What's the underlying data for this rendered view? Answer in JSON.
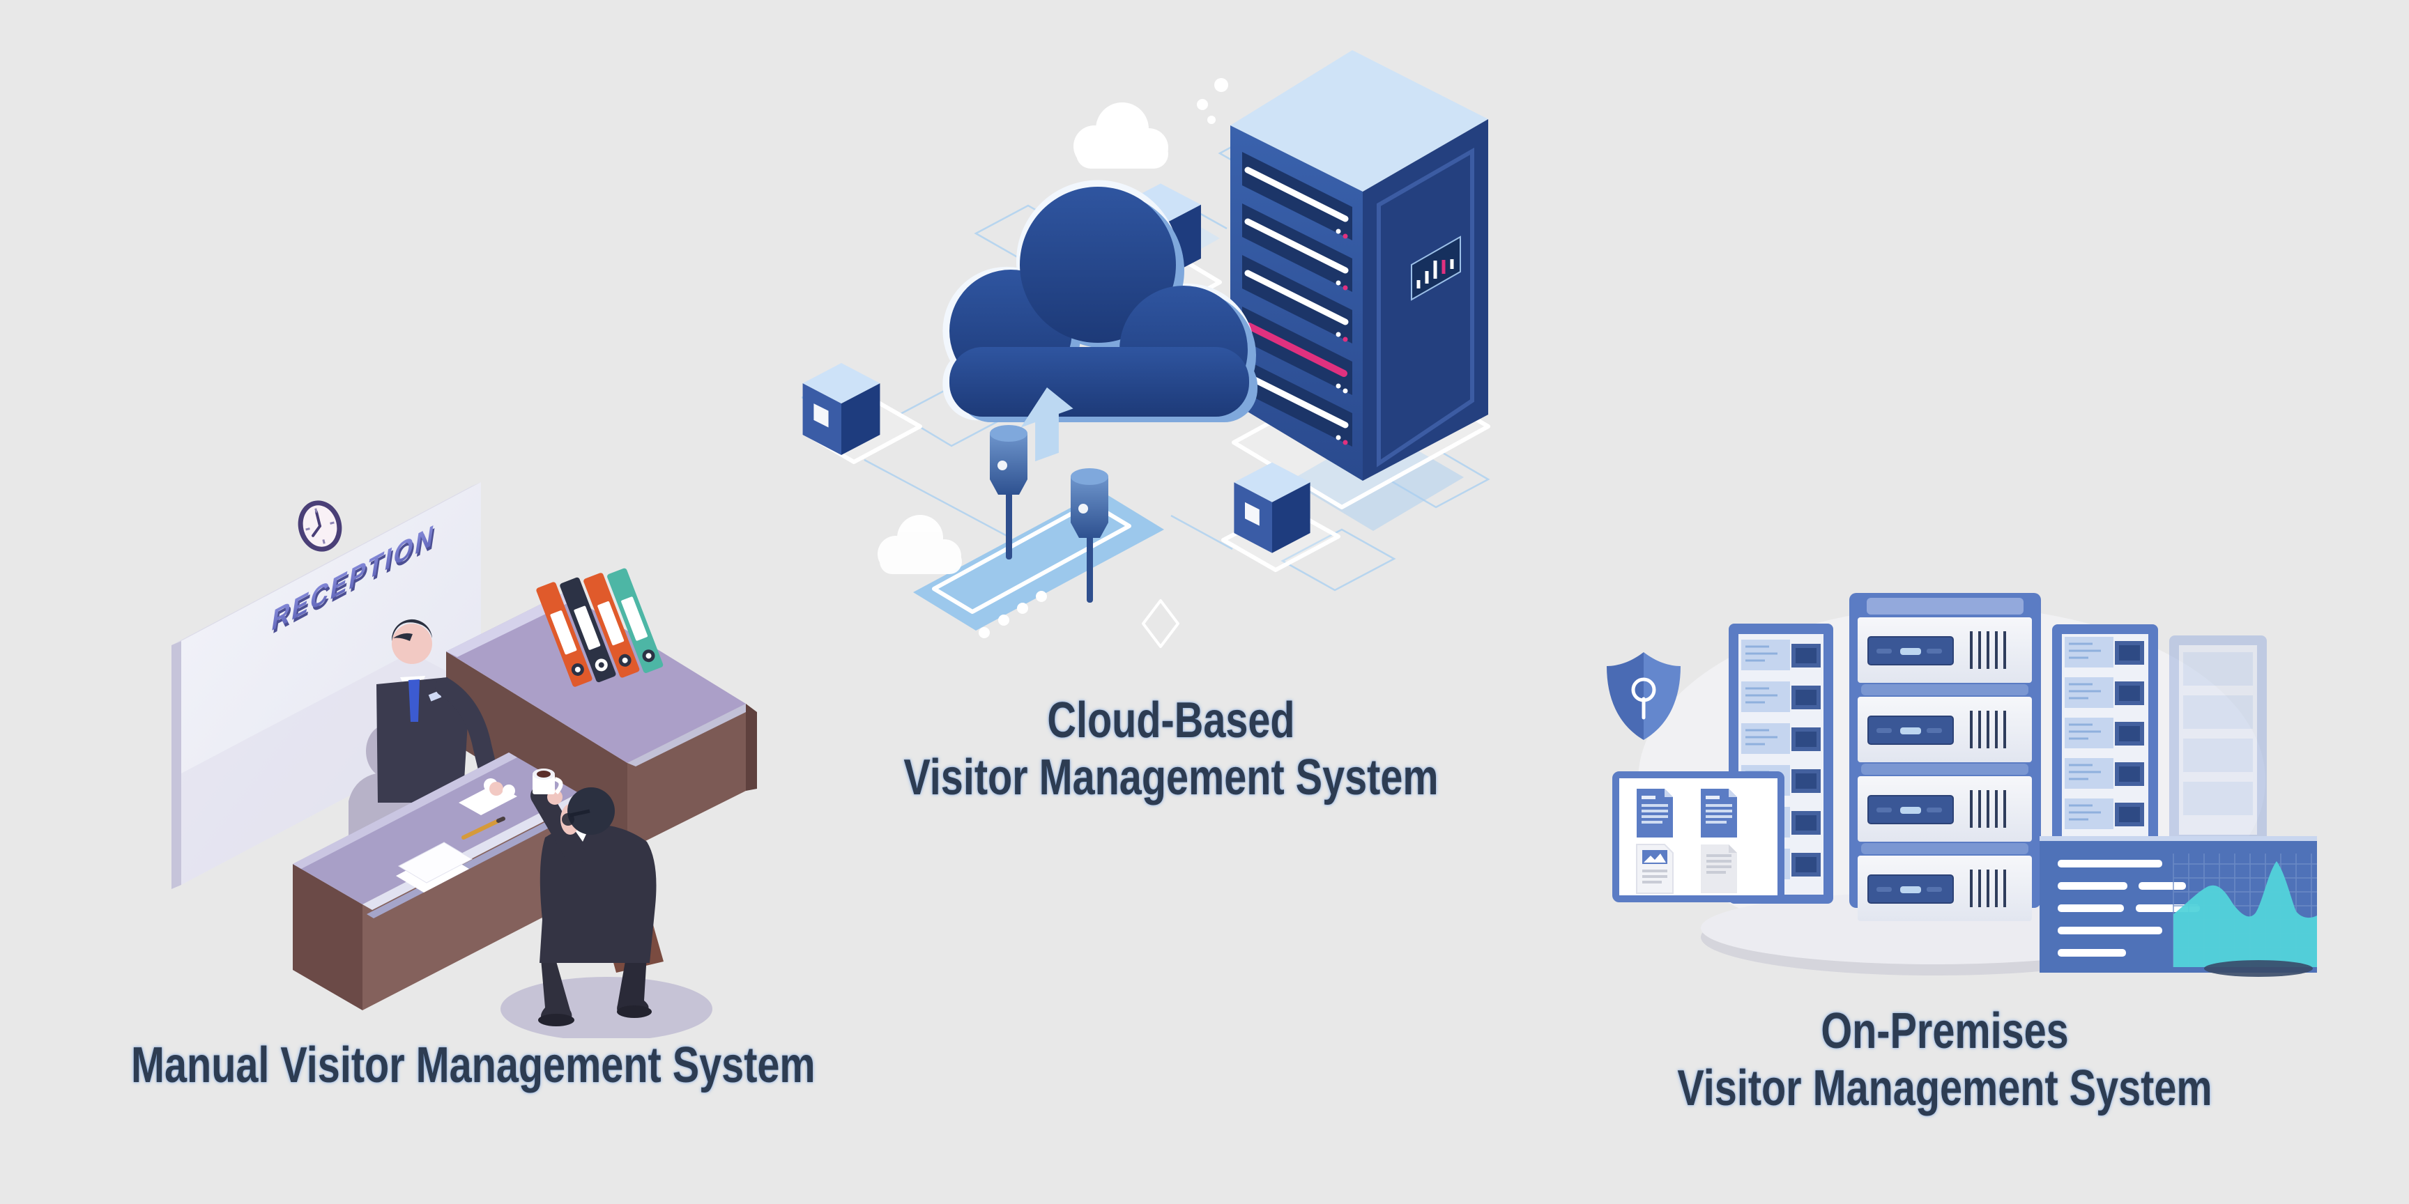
{
  "page": {
    "background_color": "#e8e8e8",
    "title_color": "#2d3c52",
    "title_halo_color": "#8aaee0"
  },
  "sections": [
    {
      "id": "manual",
      "illustration": "reception-desk-scene",
      "title_lines": [
        "Manual Visitor Management System"
      ],
      "sign_text": "RECEPTION",
      "icons": [
        "wall-clock-icon",
        "reception-sign",
        "receptionist-figure",
        "visitor-figure",
        "binder-icons",
        "coffee-mug-icon",
        "briefcase-icon",
        "paper-sheet",
        "pencil-icon",
        "wall-shadow"
      ],
      "colors": {
        "wall": "#edeef6",
        "wall_edge": "#c6c4da",
        "silhouette": "#b7b2c8",
        "desk_top": "#a89fc7",
        "desk_glass": "#e6e9f9",
        "desk_front": "#84615c",
        "desk_side": "#6b4a47",
        "suit": "#3b3b4f",
        "skin": "#f2c9c3",
        "tie": "#3c5bd1",
        "sign_purple": "#6b6fc9",
        "clock_rim": "#4a3f77",
        "binder_orange": "#e05a2b",
        "binder_navy": "#2c3245",
        "binder_teal": "#4db6a5",
        "briefcase": "#7a4b40",
        "floor_shadow": "#c6c3d6"
      }
    },
    {
      "id": "cloud-based",
      "illustration": "cloud-upload-server-scene",
      "title_lines": [
        "Cloud-Based",
        "Visitor Management System"
      ],
      "icons": [
        "upload-cloud-icon",
        "upload-arrow-icon",
        "server-tower-icon",
        "data-cube-icon",
        "plug-connector-icon",
        "network-grid-lines",
        "white-cloud-decor",
        "dot-decor",
        "platform-rhombus"
      ],
      "colors": {
        "cloud_dark": "#24418a",
        "cloud_mid": "#2f55a0",
        "cloud_band": "#7fa8dc",
        "cloud_outline": "#eef5fd",
        "arrow": "#bcd8f2",
        "server_top": "#cfe3f7",
        "server_front": "#34589f",
        "server_side": "#24407f",
        "slot": "#1c3568",
        "slot_handle": "#ffffff",
        "accent_pink": "#e0317f",
        "cube_top": "#cde2f8",
        "cube_left": "#3a5ca6",
        "cube_right": "#1e3c7e",
        "grid_line": "#aed1f0",
        "platform_blue": "#8ec2ec"
      }
    },
    {
      "id": "on-premises",
      "illustration": "server-room-scene",
      "title_lines": [
        "On-Premises",
        "Visitor Management System"
      ],
      "icons": [
        "shield-lock-icon",
        "server-rack-icon",
        "documents-panel-icon",
        "document-icon",
        "image-document-icon",
        "analytics-dashboard-icon",
        "area-chart",
        "platform-ellipse"
      ],
      "colors": {
        "rack_frame": "#5b7cc4",
        "rack_body": "#eef1f8",
        "module_pattern": "#c5d5ef",
        "module_chip": "#44619f",
        "unit_panel": "#3a5796",
        "shield_left": "#4a6bb4",
        "shield_right": "#6487cd",
        "dashboard_bg": "#4f72b8",
        "chart_teal": "#52d3da",
        "doc_blue": "#5b7cc4",
        "doc_gray": "#e9eaef",
        "platform": "#dcdce2"
      }
    }
  ]
}
